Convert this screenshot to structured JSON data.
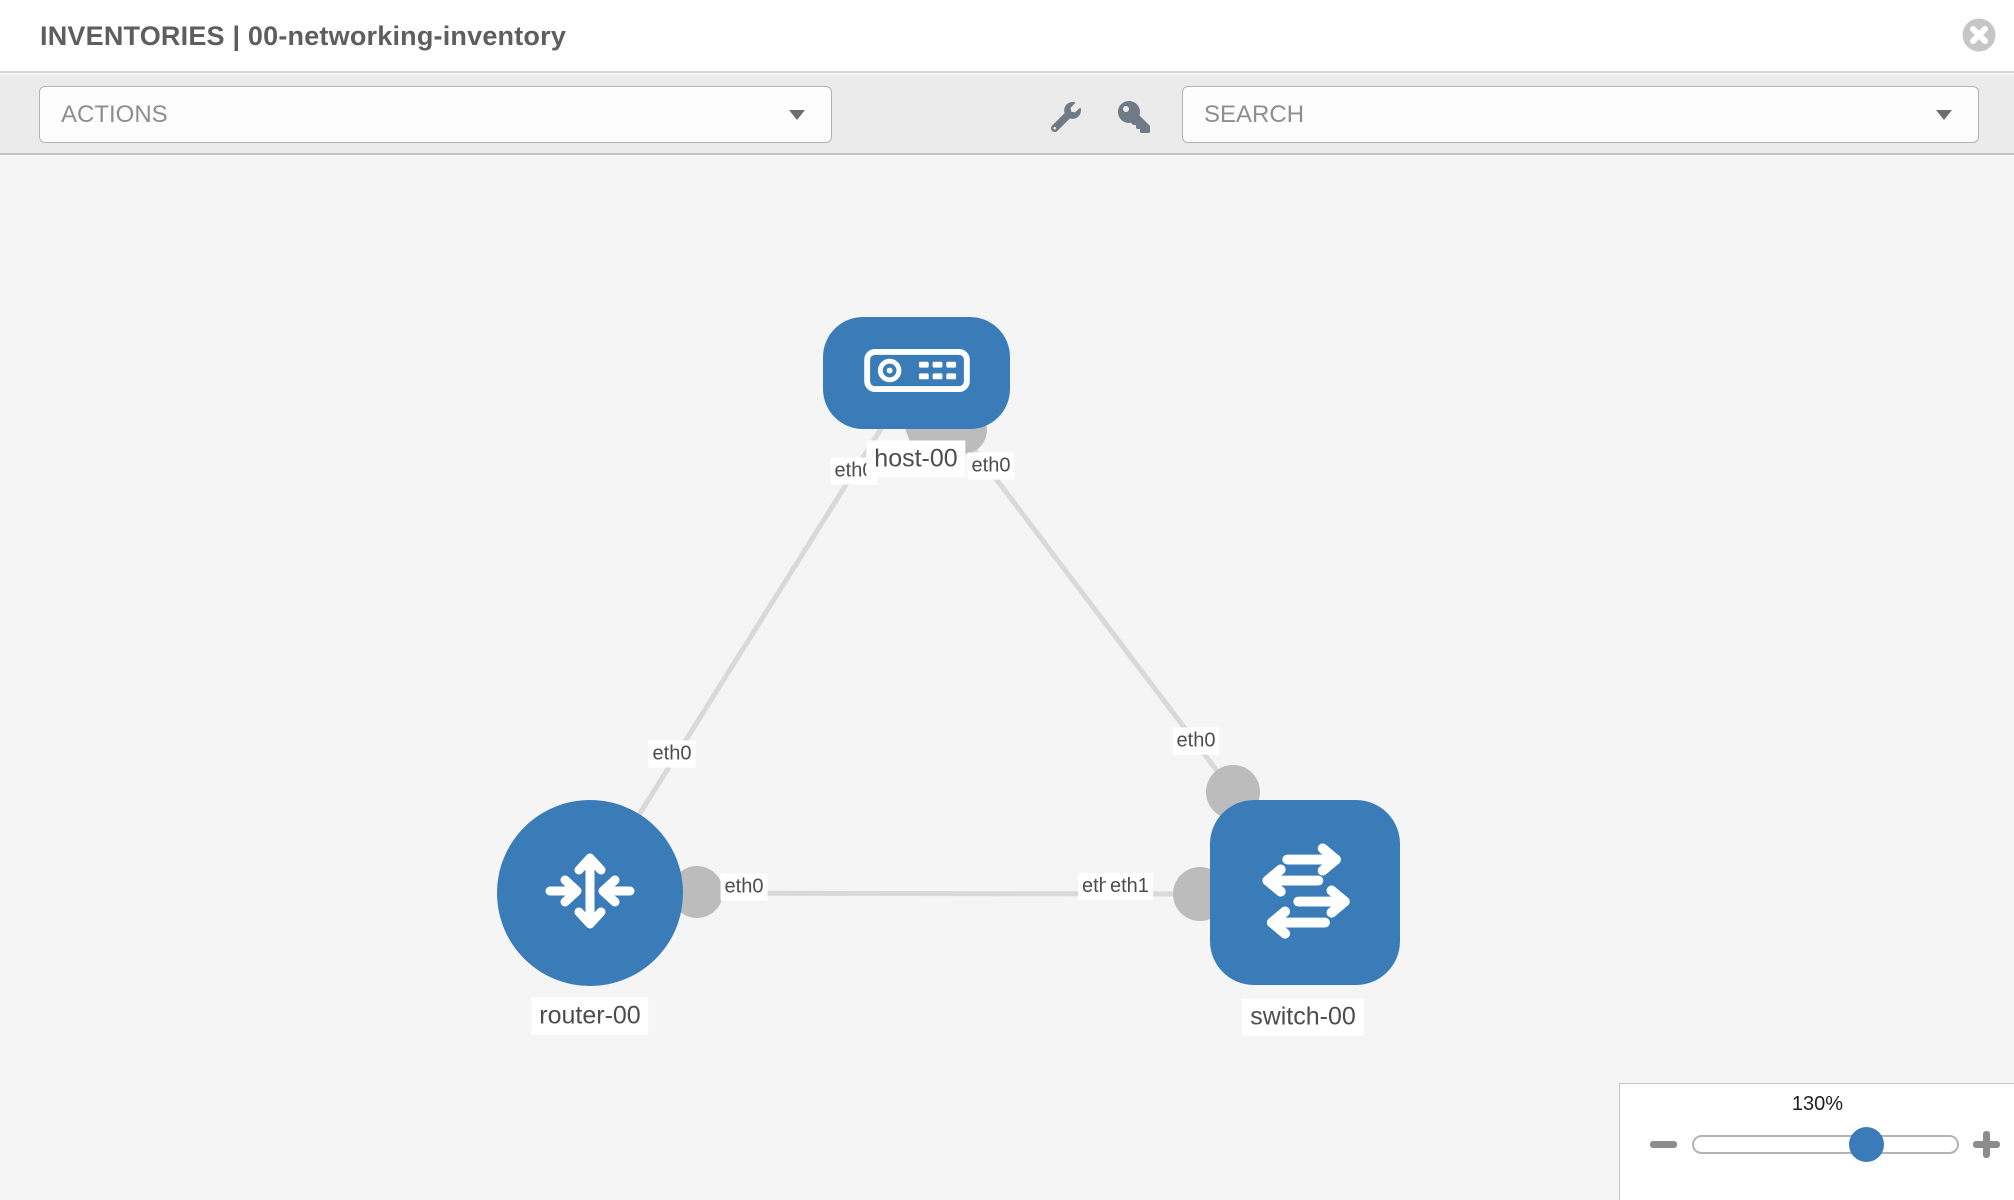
{
  "header": {
    "title": "INVENTORIES | 00-networking-inventory"
  },
  "toolbar": {
    "actions_label": "ACTIONS",
    "search_placeholder": "SEARCH",
    "icons": [
      "wrench-icon",
      "key-icon"
    ]
  },
  "topology": {
    "nodes": [
      {
        "name": "host-00",
        "type": "host",
        "icon": "host-icon",
        "position": "top-center"
      },
      {
        "name": "router-00",
        "type": "router",
        "icon": "router-icon",
        "position": "bottom-left"
      },
      {
        "name": "switch-00",
        "type": "switch",
        "icon": "switch-icon",
        "position": "bottom-right"
      }
    ],
    "node_labels": {
      "host": "host-00",
      "router": "router-00",
      "switch": "switch-00"
    },
    "iface_labels": {
      "host_left": "eth0",
      "host_right": "eth0",
      "router_host_link": "eth0",
      "host_switch_link": "eth0",
      "router_right": "eth0",
      "switch_left_back": "eth0",
      "switch_left_front": "eth1"
    },
    "links": [
      {
        "from": "router-00",
        "to": "host-00",
        "from_iface": "eth0",
        "to_iface": "eth0"
      },
      {
        "from": "host-00",
        "to": "switch-00",
        "from_iface": "eth0",
        "to_iface": "eth0"
      },
      {
        "from": "router-00",
        "to": "switch-00",
        "from_iface": "eth0",
        "to_iface": "eth1"
      }
    ]
  },
  "zoom_control": {
    "level": "130%",
    "percent": 67
  },
  "colors": {
    "node_blue": "#3a7cb8",
    "link_gray": "#d9d9d9",
    "connector_gray": "#bcbcbc",
    "canvas_bg": "#f5f5f5",
    "toolbar_bg": "#ebebeb",
    "close_gray": "#c6c6c6"
  }
}
